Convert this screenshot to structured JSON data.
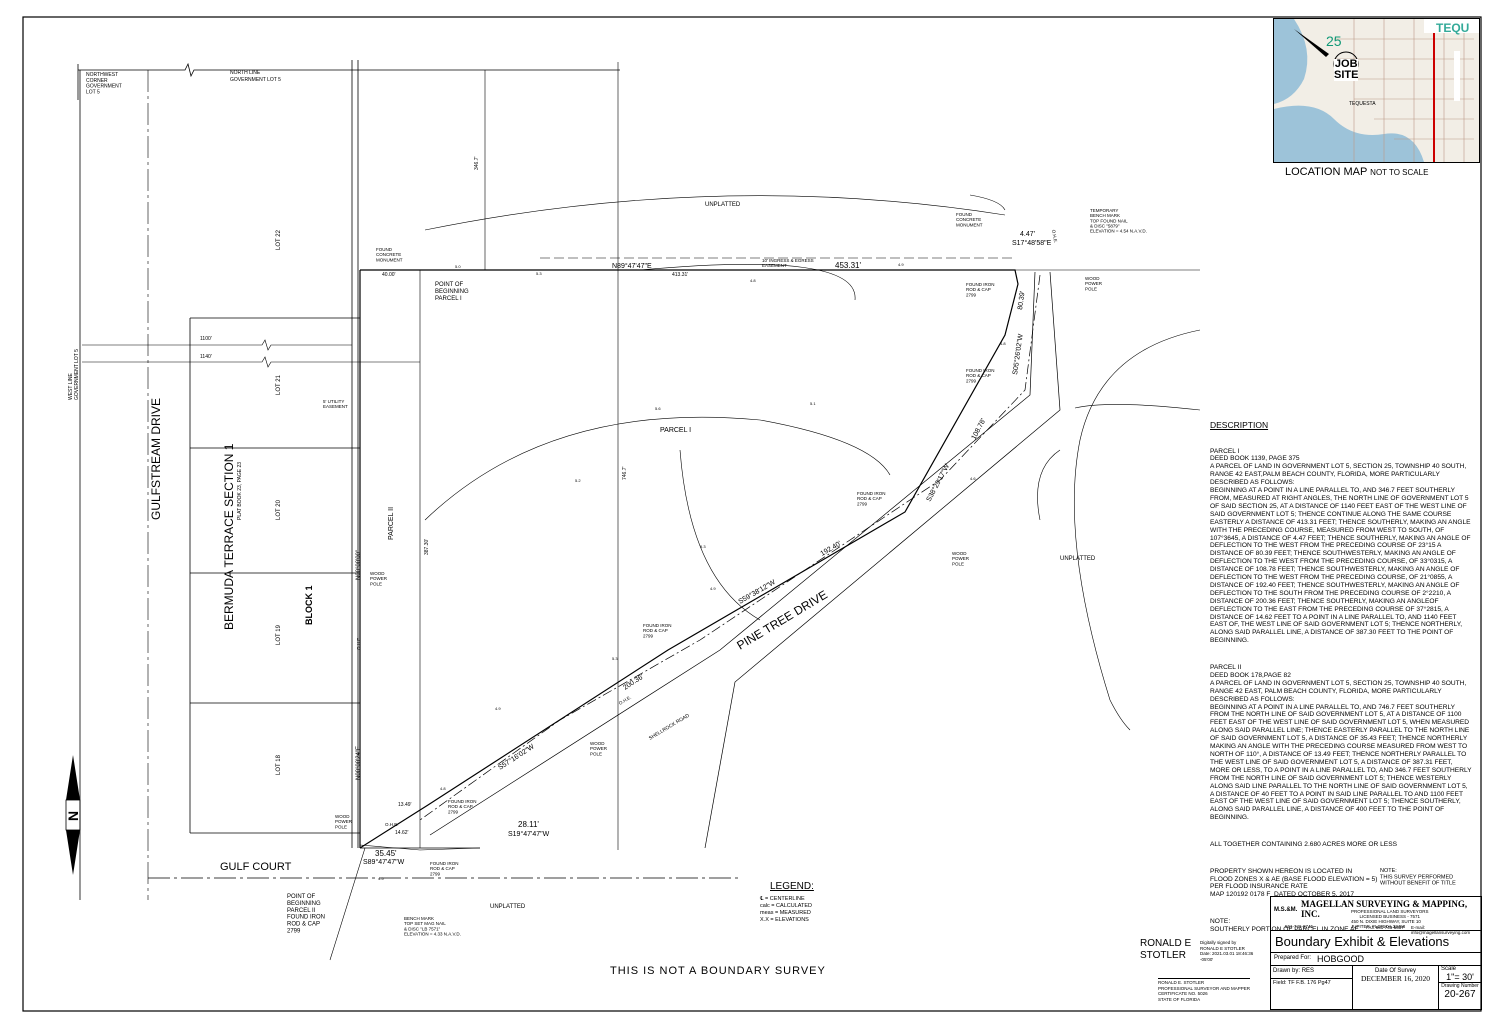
{
  "location_map": {
    "caption": "LOCATION MAP",
    "caption_note": "NOT TO SCALE",
    "job_site": "JOB\nSITE",
    "section": "25",
    "town": "TEQUESTA",
    "corner": "TEQU"
  },
  "plat": {
    "subdivision": "BERMUDA TERRACE SECTION 1",
    "plat_ref": "PLAT BOOK 23, PAGE 23",
    "block": "BLOCK 1",
    "lots": [
      "LOT 22",
      "LOT 21",
      "LOT 20",
      "LOT 19",
      "LOT 18"
    ],
    "streets": {
      "gulfstream": "GULFSTREAM DRIVE",
      "gulf_court": "GULF COURT",
      "pine_tree": "PINE TREE DRIVE",
      "shellrock": "SHELLROCK ROAD"
    },
    "unplatted": "UNPLATTED",
    "parcel_1": "PARCEL I",
    "parcel_2": "PARCEL II",
    "north_line": "NORTH LINE\nGOVERNMENT LOT 5",
    "nw_corner": "NORTHWEST\nCORNER\nGOVERNMENT\nLOT 5",
    "west_line": "WEST LINE\nGOVERNMENT LOT 5",
    "found_concrete": "FOUND\nCONCRETE\nMONUMENT",
    "pob_1": "POINT OF\nBEGINNING\nPARCEL I",
    "pob_2": "POINT OF\nBEGINNING\nPARCEL II\nFOUND IRON\nROD & CAP\n2799",
    "found_iron": "FOUND IRON\nROD & CAP\n2799",
    "wood_pole": "WOOD\nPOWER\nPOLE",
    "utility_easement": "5' UTILITY\nEASEMENT",
    "ingress_easement": "10' INGRESS & EGRESS\nEASEMENT",
    "ohe": "O.H.E.",
    "temp_bench": "TEMPORARY\nBENCH MARK\nTOP FOUND NAIL\n& DISC \"5879\"\nELEVATION = 4.54 N.A.V.D.",
    "bench_mark": "BENCH MARK\nTOP SET MAG NAIL\n& DISC \"LB 7571\"\nELEVATION = 4.33 N.A.V.D.",
    "dims": {
      "d1100": "1100'",
      "d1140": "1140'",
      "d40": "40.00'",
      "d346": "346.7'",
      "d746": "746.7'",
      "d387": "387.30'",
      "n89": "N89°47'47\"E",
      "d413": "413.31'",
      "d453": "453.31'",
      "d447": "4.47'",
      "s17": "S17°48'58\"E",
      "d8039": "80.39'",
      "s05": "S05°26'02\"W",
      "d10878": "108.78'",
      "s38": "S38°29'17\"W",
      "d19240": "192.40'",
      "s59": "S59°38'12\"W",
      "d20036": "200.36'",
      "s57": "S57°16'02\"W",
      "d1349": "13.49'",
      "d1462": "14.62'",
      "d2811": "28.11'",
      "s19": "S19°47'47\"W",
      "d3545": "35.45'",
      "s89": "S89°47'47\"W",
      "n00a": "N00°00'00\"",
      "n00b": "N00°00'24\"E"
    },
    "not_boundary": "THIS IS NOT A BOUNDARY SURVEY",
    "north_arrow": "N"
  },
  "legend": {
    "title": "LEGEND:",
    "items": [
      "℄ = CENTERLINE",
      "calc = CALCULATED",
      "meas = MEASURED",
      "X.X = ELEVATIONS"
    ]
  },
  "description": {
    "heading": "DESCRIPTION",
    "parcel1": "PARCEL I\nDEED BOOK 1139, PAGE 375\nA PARCEL OF LAND IN GOVERNMENT LOT 5, SECTION 25, TOWNSHIP 40 SOUTH, RANGE 42 EAST,PALM BEACH COUNTY, FLORIDA, MORE PARTICULARLY DESCRIBED AS FOLLOWS:\nBEGINNING AT A POINT IN A LINE PARALLEL TO, AND 346.7 FEET SOUTHERLY FROM, MEASURED AT RIGHT ANGLES, THE NORTH LINE OF GOVERNMENT LOT 5 OF SAID SECTION 25, AT A DISTANCE OF 1140 FEET EAST OF THE WEST LINE OF SAID GOVERNMENT LOT 5; THENCE CONTINUE ALONG THE SAME COURSE EASTERLY A DISTANCE OF 413.31 FEET; THENCE SOUTHERLY, MAKING AN ANGLE WITH THE PRECEDING COURSE, MEASURED FROM WEST TO SOUTH, OF 107°3645, A DISTANCE OF 4.47 FEET; THENCE SOUTHERLY, MAKING AN ANGLE OF DEFLECTION TO THE WEST FROM THE PRECEDING COURSE OF 23°15 A DISTANCE OF 80.39 FEET; THENCE SOUTHWESTERLY, MAKING AN ANGLE OF DEFLECTION TO THE WEST FROM THE PRECEDING COURSE, OF 33°0315, A DISTANCE OF 108.78 FEET; THENCE SOUTHWESTERLY, MAKING AN ANGLE OF DEFLECTION TO THE WEST FROM THE PRECEDING COURSE, OF 21°0855, A DISTANCE OF 192.40 FEET; THENCE SOUTHWESTERLY, MAKING AN ANGLE OF DEFLECTION TO THE SOUTH FROM THE PRECEDING COURSE OF 2°2210, A DISTANCE OF 200.36 FEET; THENCE SOUTHERLY, MAKING AN ANGLEOF DEFLECTION TO THE EAST FROM THE PRECEDING COURSE OF 37°2815, A DISTANCE OF 14.62 FEET TO A POINT IN A LINE PARALLEL TO, AND 1140 FEET EAST OF, THE WEST LINE OF SAID GOVERNMENT LOT 5; THENCE NORTHERLY, ALONG SAID PARALLEL LINE, A DISTANCE OF 387.30 FEET TO THE POINT OF BEGINNING.",
    "parcel2": "PARCEL II\nDEED BOOK 178,PAGE 82\nA PARCEL OF LAND IN GOVERNMENT LOT 5, SECTION 25, TOWNSHIP 40 SOUTH, RANGE 42 EAST, PALM BEACH COUNTY, FLORIDA, MORE PARTICULARLY DESCRIBED AS FOLLOWS:\nBEGINNING AT A POINT IN A LINE PARALLEL TO, AND 746.7 FEET SOUTHERLY FROM THE NORTH LINE OF SAID GOVERNMENT LOT 5, AT A DISTANCE OF 1100 FEET EAST OF THE WEST LINE OF SAID GOVERNMENT LOT 5, WHEN MEASURED ALONG SAID PARALLEL LINE; THENCE EASTERLY PARALLEL TO THE NORTH LINE OF SAID GOVERNMENT LOT 5, A DISTANCE OF 35.43 FEET; THENCE NORTHERLY MAKING AN ANGLE WITH THE PRECEDING COURSE MEASURED FROM WEST TO NORTH OF 110°, A DISTANCE OF 13.49 FEET; THENCE NORTHERLY PARALLEL TO THE WEST LINE OF SAID GOVERNMENT LOT 5, A DISTANCE OF 387.31 FEET, MORE OR LESS, TO A POINT IN A LINE PARALLEL TO, AND 346.7 FEET SOUTHERLY FROM THE NORTH LINE OF SAID GOVERNMENT LOT 5; THENCE WESTERLY ALONG SAID LINE PARALLEL TO THE NORTH LINE OF SAID GOVERNMENT LOT 5, A DISTANCE OF 40 FEET TO A POINT IN SAID LINE PARALLEL TO AND 1100 FEET EAST OF THE WEST LINE OF SAID GOVERNMENT LOT 5; THENCE SOUTHERLY, ALONG SAID PARALLEL LINE, A DISTANCE OF 400 FEET TO THE POINT OF BEGINNING.",
    "total": "ALL TOGETHER CONTAINING 2.680 ACRES MORE OR LESS",
    "flood": "PROPERTY SHOWN HEREON IS LOCATED IN\nFLOOD ZONES X & AE (BASE FLOOD ELEVATION = 5)\nPER FLOOD INSURANCE RATE\nMAP 120192 0178 F  DATED OCTOBER 5, 2017",
    "note": "NOTE:\nSOUTHERLY PORTION OF PARCEL IN ZONE AE"
  },
  "notes": {
    "title_note": "NOTE:\nTHIS SURVEY PERFORMED\nWITHOUT BENEFIT OF TITLE"
  },
  "signature": {
    "name": "RONALD E\nSTOTLER",
    "digital": "Digitally signed by\nRONALD E STOTLER\nDate: 2021.03.01 18:46:36\n-05'00'",
    "block": "RONALD E. STOTLER\nPROFESSIONAL SURVEYOR AND MAPPER\nCERTIFICATE NO. 5026\nSTATE OF FLORIDA"
  },
  "title_block": {
    "company": "MAGELLAN SURVEYING & MAPPING, INC.",
    "company_sub": "PROFESSIONAL LAND SURVEYORS\nLICENSED BUSINESS - 7571",
    "address": "450 N. DIXIE HIGHWAY, SUITE 10\nJUPITER, FLORIDA 33458",
    "phone": "561-746-8745",
    "fax": "FAX 561-746-5637",
    "email": "E-mail: info@magellansurveying.com",
    "logo": "M.S.&M.",
    "title": "Boundary Exhibit & Elevations",
    "prepared_label": "Prepared For:",
    "prepared_for": "HOBGOOD",
    "drawn_label": "Drawn by:",
    "drawn_by": "RES",
    "field_label": "Field:",
    "field_book": "TF F.B. 176 Pg47",
    "date_label": "Date Of Survey",
    "date": "DECEMBER 16, 2020",
    "scale_label": "Scale",
    "scale": "1\"= 30'",
    "drawing_label": "Drawing Number",
    "drawing_number": "20-267"
  }
}
